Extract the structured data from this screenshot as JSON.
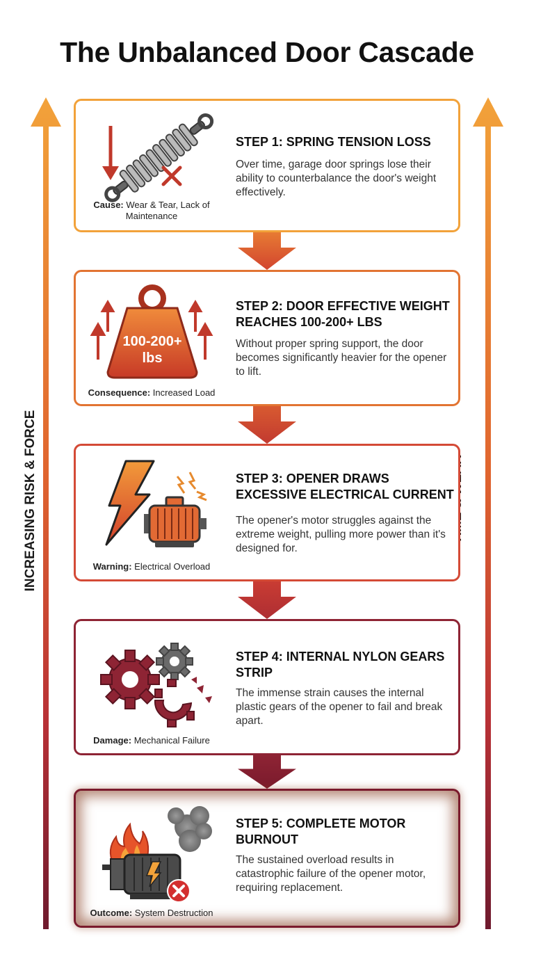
{
  "title": "The Unbalanced Door Cascade",
  "side_labels": {
    "left": "INCREASING RISK & FORCE",
    "right": "TIME & WEAR"
  },
  "colors": {
    "step1": "#F2A23A",
    "step2": "#E27432",
    "step3": "#D44A36",
    "step4": "#8E2434",
    "step5": "#7A1A2C"
  },
  "steps": [
    {
      "title": "STEP 1: SPRING TENSION LOSS",
      "description": "Over time, garage door springs lose their ability to counterbalance the door's weight effectively.",
      "caption_label": "Cause:",
      "caption_text": "Wear & Tear, Lack of Maintenance",
      "icon": "spring-icon"
    },
    {
      "title": "STEP 2: DOOR EFFECTIVE WEIGHT REACHES 100-200+ LBS",
      "description": "Without proper spring support, the door becomes significantly heavier for the opener to lift.",
      "caption_label": "Consequence:",
      "caption_text": "Increased Load",
      "icon": "weight-icon",
      "weight_text_1": "100-200+",
      "weight_text_2": "lbs"
    },
    {
      "title": "STEP 3: OPENER DRAWS EXCESSIVE ELECTRICAL CURRENT",
      "description": "The opener's motor struggles against the extreme weight, pulling more power than it's designed for.",
      "caption_label": "Warning:",
      "caption_text": "Electrical Overload",
      "icon": "motor-lightning-icon"
    },
    {
      "title": "STEP 4: INTERNAL NYLON GEARS STRIP",
      "description": "The immense strain causes the internal plastic gears of the opener to fail and break apart.",
      "caption_label": "Damage:",
      "caption_text": "Mechanical Failure",
      "icon": "broken-gears-icon"
    },
    {
      "title": "STEP 5: COMPLETE MOTOR BURNOUT",
      "description": "The sustained overload results in catastrophic failure of the opener motor, requiring replacement.",
      "caption_label": "Outcome:",
      "caption_text": "System Destruction",
      "icon": "burning-motor-icon"
    }
  ]
}
